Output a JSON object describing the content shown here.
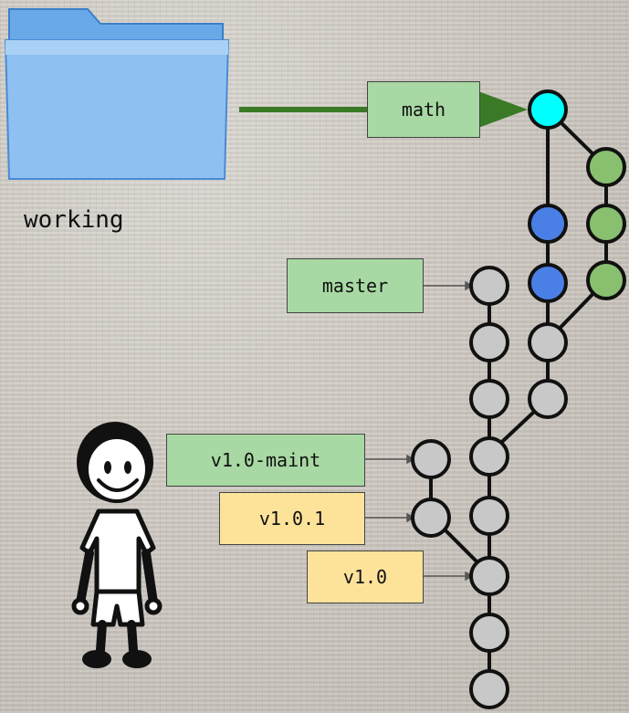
{
  "folder": {
    "icon": "folder-icon",
    "label": "working"
  },
  "refs": {
    "math": "math",
    "master": "master",
    "v10maint": "v1.0-maint",
    "v101": "v1.0.1",
    "v10": "v1.0"
  },
  "figure": {
    "icon": "stick-figure-icon"
  },
  "colors": {
    "head": "#00ffff",
    "branch_commit": "#4a7fe6",
    "feature_commit": "#88c070",
    "commit": "#c8c8c8",
    "branch_label": "#a8d8a3",
    "tag_label": "#fde39a",
    "connector": "#3a7a26"
  }
}
